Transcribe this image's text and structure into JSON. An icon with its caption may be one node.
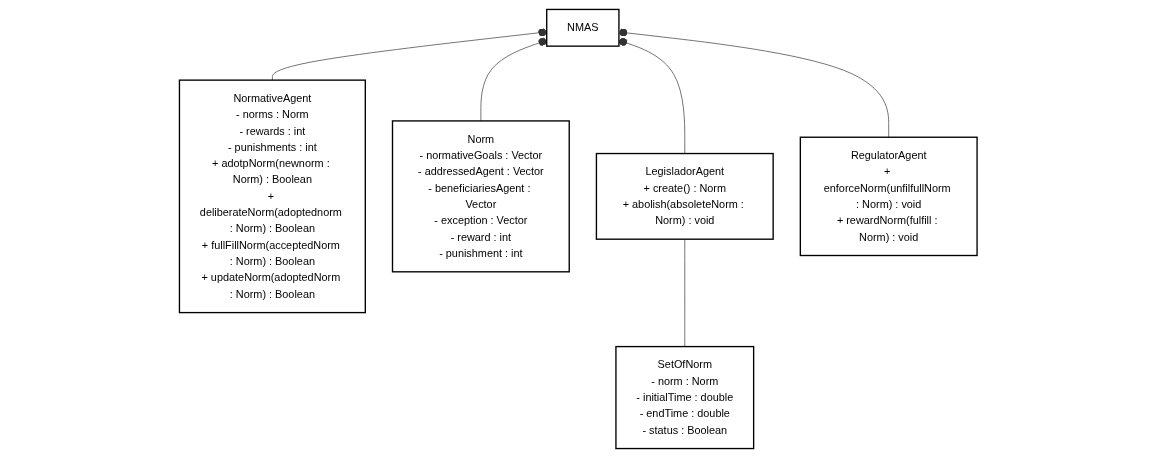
{
  "diagram": {
    "nodes": [
      {
        "text": [
          "NormativeAgent",
          "- norms : Norm",
          "- rewards : int",
          "- punishments : int",
          "+ adotpNorm(newnorm : Norm) : Boolean",
          "+ deliberateNorm(adoptednorm : Norm) : Boolean",
          "+ fullFillNorm(acceptedNorm : Norm) : Boolean",
          "+ updateNorm(adoptedNorm : Norm) : Boolean"
        ]
      },
      {
        "text": [
          "NMAS"
        ]
      },
      {
        "text": [
          "Norm",
          "- normativeGoals : Vector",
          "- addressedAgent : Vector",
          "- beneficiariesAgent : Vector",
          "- exception : Vector",
          "- reward : int",
          "- punishment : int"
        ]
      },
      {
        "text": [
          "SetOfNorm",
          "- norm : Norm",
          "- initialTime : double",
          "- endTime : double",
          "- status : Boolean"
        ]
      },
      {
        "text": [
          "LegisladorAgent",
          "+ create() : Norm",
          "+ abolish(absoleteNorm : Norm) : void"
        ]
      },
      {
        "text": [
          "RegulatorAgent",
          "+ enforceNorm(unfilfullNorm : Norm) : void",
          "+ rewardNorm(fulfill : Norm) : void"
        ]
      }
    ],
    "edges": [
      {
        "from": 0,
        "to": 1,
        "arrow": "other"
      },
      {
        "from": 2,
        "to": 1,
        "arrow": "other"
      },
      {
        "from": 4,
        "to": 1,
        "arrow": "other"
      },
      {
        "from": 5,
        "to": 1,
        "arrow": "other"
      },
      {
        "from": 3,
        "to": 4,
        "arrow": "none"
      }
    ]
  }
}
